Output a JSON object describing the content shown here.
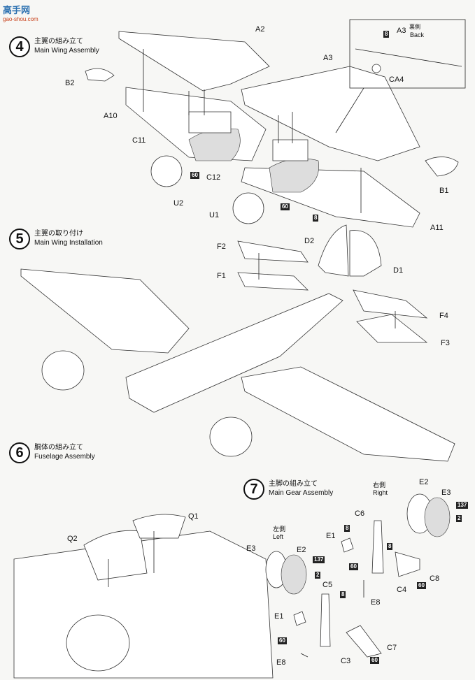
{
  "watermark": {
    "text": "高手网",
    "sub": "gao-shou.com"
  },
  "steps": [
    {
      "num": "4",
      "jp": "主翼の組み立て",
      "en": "Main Wing Assembly"
    },
    {
      "num": "5",
      "jp": "主翼の取り付け",
      "en": "Main Wing Installation"
    },
    {
      "num": "6",
      "jp": "胴体の組み立て",
      "en": "Fuselage Assembly"
    },
    {
      "num": "7",
      "jp": "主脚の組み立て",
      "en": "Main Gear Assembly"
    }
  ],
  "parts": {
    "a2": "A2",
    "a3": "A3",
    "a3_inset": "A3",
    "back_jp": "裏側",
    "back_en": "Back",
    "ca4": "CA4",
    "b2": "B2",
    "a10": "A10",
    "c11": "C11",
    "c12": "C12",
    "u2": "U2",
    "u1": "U1",
    "b1": "B1",
    "a11": "A11",
    "d2": "D2",
    "d1": "D1",
    "f2": "F2",
    "f1": "F1",
    "f4": "F4",
    "f3": "F3",
    "q1": "Q1",
    "q2": "Q2",
    "right_jp": "右側",
    "right_en": "Right",
    "left_jp": "左側",
    "left_en": "Left",
    "e2_r": "E2",
    "e3_r": "E3",
    "c6": "C6",
    "e1_r": "E1",
    "c4": "C4",
    "c8": "C8",
    "e8_r": "E8",
    "e3_l": "E3",
    "e2_l": "E2",
    "c5": "C5",
    "e1_l": "E1",
    "c7": "C7",
    "c3": "C3",
    "e8_l": "E8"
  },
  "paint_codes": {
    "p8": "8",
    "p60": "60",
    "p137": "137",
    "p2": "2"
  }
}
